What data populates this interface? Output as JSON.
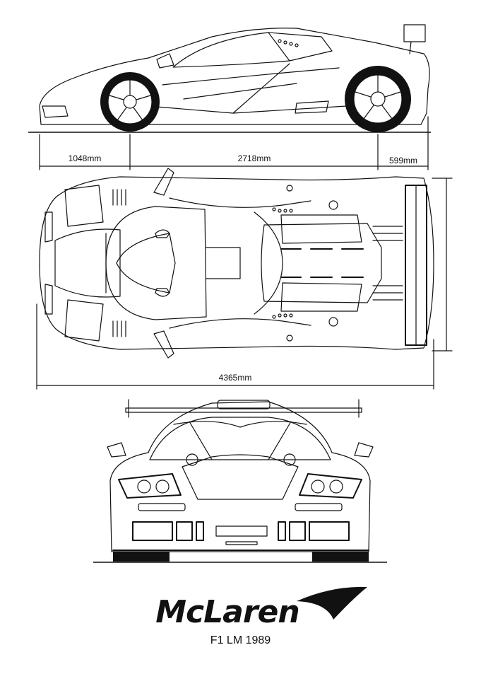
{
  "dimensions": {
    "front_overhang": "1048mm",
    "wheelbase": "2718mm",
    "rear_overhang": "599mm",
    "overall_length": "4365mm"
  },
  "branding": {
    "logo": "McLaren",
    "subtitle": "F1 LM 1989"
  }
}
